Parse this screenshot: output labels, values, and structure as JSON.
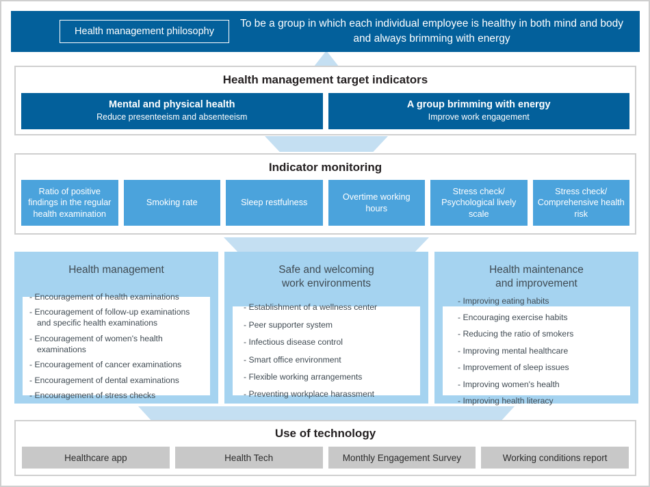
{
  "philosophy": {
    "chip_label": "Health management philosophy",
    "statement": "To be a group in which each individual employee is healthy in both mind and body and always brimming with energy"
  },
  "target_indicators": {
    "title": "Health management target indicators",
    "cards": [
      {
        "heading": "Mental and physical health",
        "subtext": "Reduce presenteeism and absenteeism"
      },
      {
        "heading": "A group brimming with energy",
        "subtext": "Improve work engagement"
      }
    ]
  },
  "indicator_monitoring": {
    "title": "Indicator monitoring",
    "cards": [
      "Ratio of positive findings in the regular health examination",
      "Smoking rate",
      "Sleep restfulness",
      "Overtime working hours",
      "Stress check/ Psychological lively scale",
      "Stress check/ Comprehensive health risk"
    ]
  },
  "pillars": [
    {
      "title": "Health management",
      "items": [
        "- Encouragement of health examinations",
        "- Encouragement of follow-up examinations and specific health examinations",
        "- Encouragement of women's health examinations",
        "- Encouragement of cancer examinations",
        "- Encouragement of dental examinations",
        "- Encouragement of stress checks"
      ]
    },
    {
      "title": "Safe and welcoming\nwork environments",
      "items": [
        "- Establishment of a wellness center",
        "- Peer supporter system",
        "- Infectious disease control",
        "- Smart office environment",
        "- Flexible working arrangements",
        "- Preventing workplace harassment"
      ]
    },
    {
      "title": "Health maintenance\nand improvement",
      "items": [
        "- Improving eating habits",
        "- Encouraging exercise habits",
        "- Reducing the ratio of smokers",
        "- Improving mental healthcare",
        "- Improvement of sleep issues",
        "- Improving women's health",
        "- Improving health literacy"
      ]
    }
  ],
  "technology": {
    "title": "Use of technology",
    "chips": [
      "Healthcare app",
      "Health Tech",
      "Monthly Engagement Survey",
      "Working conditions report"
    ]
  },
  "colors": {
    "dark_blue": "#03609b",
    "medium_blue": "#4ba3dc",
    "light_blue": "#a5d3f0",
    "connector_blue": "#c4dff2",
    "gray_chip": "#c8c8c8",
    "border_gray": "#cfcfcf",
    "text_dark": "#3f4a52"
  }
}
